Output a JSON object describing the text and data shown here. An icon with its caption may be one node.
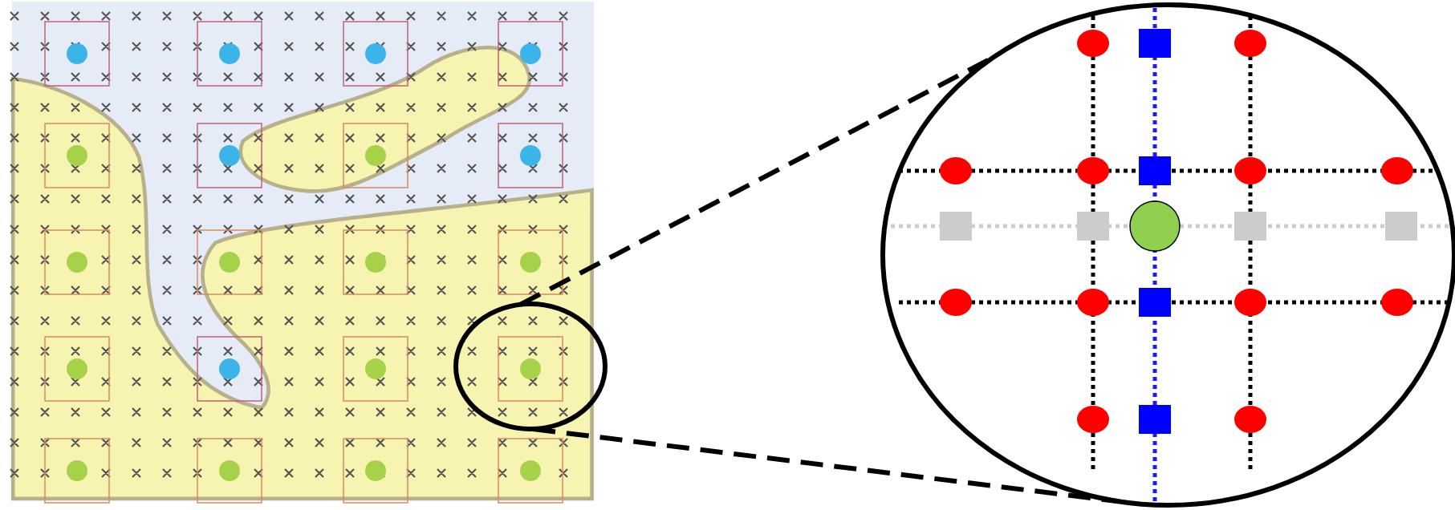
{
  "diagram": {
    "nodes": [
      {
        "text": [],
        "shape": "circle"
      },
      {
        "text": [],
        "shape": "circle"
      }
    ],
    "edges": [
      {
        "from": 0,
        "to": 1,
        "arrow": "none",
        "style": "dashed"
      },
      {
        "from": 0,
        "to": 1,
        "arrow": "none",
        "style": "dashed"
      }
    ]
  }
}
